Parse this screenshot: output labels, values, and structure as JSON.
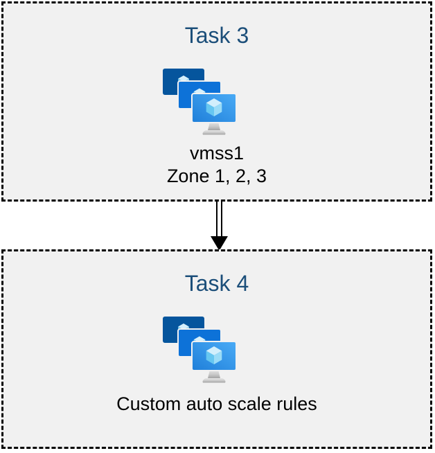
{
  "theme": {
    "box_bg": "#f1f1f1",
    "box_border": "#000000",
    "title_color": "#1b4e79",
    "label_color": "#000000",
    "arrow_color": "#000000",
    "monitor_back_blue": "#05559d",
    "monitor_middle_blue": "#0d72d8",
    "monitor_front_blue_start": "#1f7fd9",
    "monitor_front_blue_end": "#4aabf6",
    "cube_top": "#d6f0fc",
    "cube_left": "#76ccf3",
    "cube_right": "#a6e0f8",
    "stand_gray": "#c9c9c9"
  },
  "boxes": [
    {
      "id": "task3",
      "title": "Task 3",
      "icon": "vm-scale-sets-icon",
      "lines": [
        "vmss1",
        "Zone 1, 2, 3"
      ]
    },
    {
      "id": "task4",
      "title": "Task 4",
      "icon": "vm-scale-sets-icon",
      "lines": [
        "Custom auto scale rules"
      ]
    }
  ],
  "connector": {
    "type": "double-line-arrow",
    "direction": "down",
    "from": "task3",
    "to": "task4"
  }
}
